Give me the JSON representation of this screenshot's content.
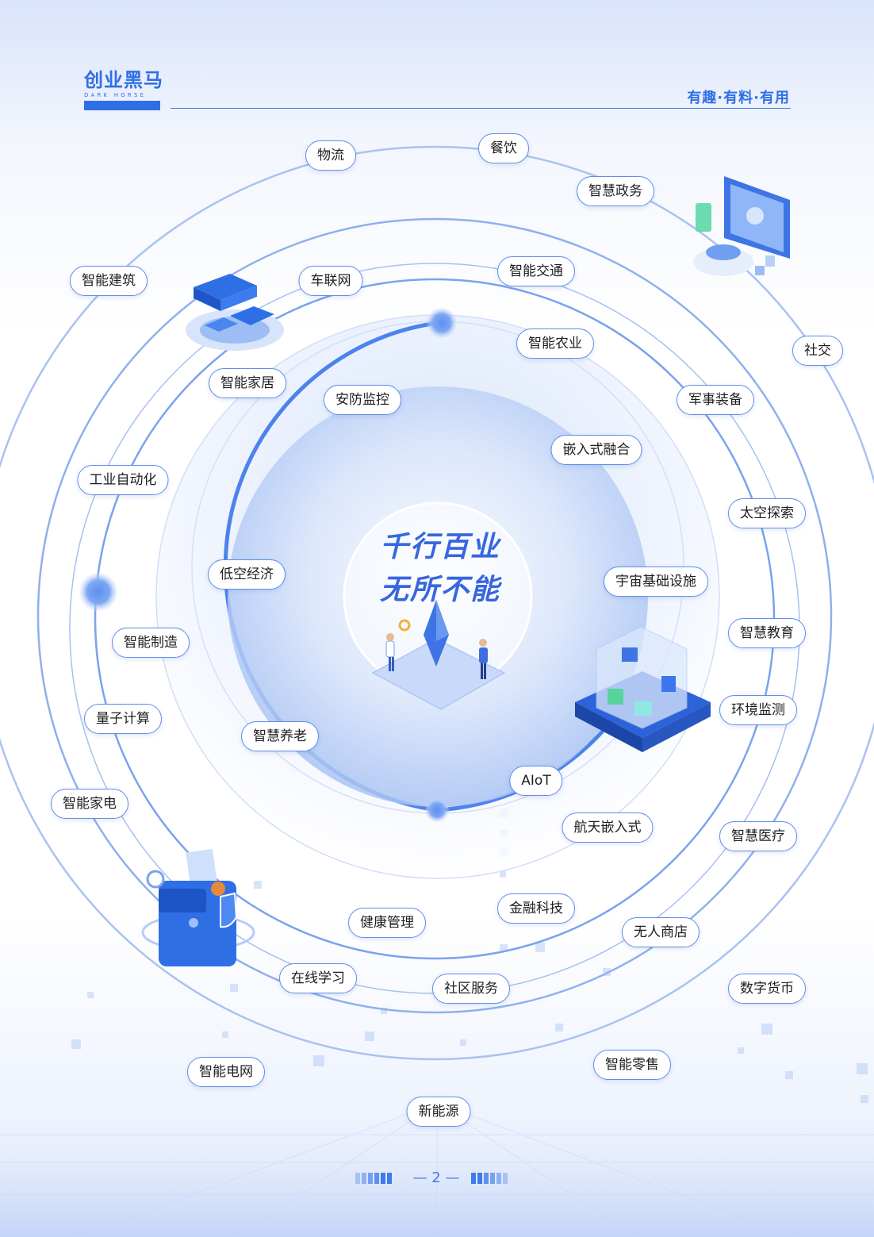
{
  "header": {
    "logo_cn": "创业黑马",
    "logo_en": "DARK HORSE",
    "slogan": "有趣·有料·有用"
  },
  "center": {
    "line1": "千行百业",
    "line2": "无所不能"
  },
  "labels": [
    {
      "id": "wuliu",
      "text": "物流"
    },
    {
      "id": "canyin",
      "text": "餐饮"
    },
    {
      "id": "zhihuizhengwu",
      "text": "智慧政务"
    },
    {
      "id": "zhinengjianzhu",
      "text": "智能建筑"
    },
    {
      "id": "chelianwang",
      "text": "车联网"
    },
    {
      "id": "zhinengjiaotong",
      "text": "智能交通"
    },
    {
      "id": "shejiao",
      "text": "社交"
    },
    {
      "id": "zhinengnongye",
      "text": "智能农业"
    },
    {
      "id": "zhinengjiaju",
      "text": "智能家居"
    },
    {
      "id": "anfangjiankong",
      "text": "安防监控"
    },
    {
      "id": "junshizhuangbei",
      "text": "军事装备"
    },
    {
      "id": "qianrushironghe",
      "text": "嵌入式融合"
    },
    {
      "id": "gongyezidonghua",
      "text": "工业自动化"
    },
    {
      "id": "taikongtansuo",
      "text": "太空探索"
    },
    {
      "id": "dikongjingji",
      "text": "低空经济"
    },
    {
      "id": "yuzhoujichusheshi",
      "text": "宇宙基础设施"
    },
    {
      "id": "zhihuijiaoyu",
      "text": "智慧教育"
    },
    {
      "id": "zhinengzhizao",
      "text": "智能制造"
    },
    {
      "id": "huanjingjiance",
      "text": "环境监测"
    },
    {
      "id": "liangzijisuan",
      "text": "量子计算"
    },
    {
      "id": "zhihuiyanglao",
      "text": "智慧养老"
    },
    {
      "id": "aiot",
      "text": "AIoT"
    },
    {
      "id": "zhinengjiadian",
      "text": "智能家电"
    },
    {
      "id": "hangtianqianrushi",
      "text": "航天嵌入式"
    },
    {
      "id": "zhihuiyiliao",
      "text": "智慧医疗"
    },
    {
      "id": "jiankangguanli",
      "text": "健康管理"
    },
    {
      "id": "jinrongkeji",
      "text": "金融科技"
    },
    {
      "id": "wurenshangdian",
      "text": "无人商店"
    },
    {
      "id": "zaixianxuexi",
      "text": "在线学习"
    },
    {
      "id": "shequfuwu",
      "text": "社区服务"
    },
    {
      "id": "shuzihuobi",
      "text": "数字货币"
    },
    {
      "id": "zhinengdianwang",
      "text": "智能电网"
    },
    {
      "id": "zhinenglingshou",
      "text": "智能零售"
    },
    {
      "id": "xinnengyuan",
      "text": "新能源"
    }
  ],
  "footer": {
    "page_number": "2"
  },
  "colors": {
    "accent": "#2f6fe6",
    "ring": "#7aa3ee",
    "label_border": "#5f8fe8"
  }
}
